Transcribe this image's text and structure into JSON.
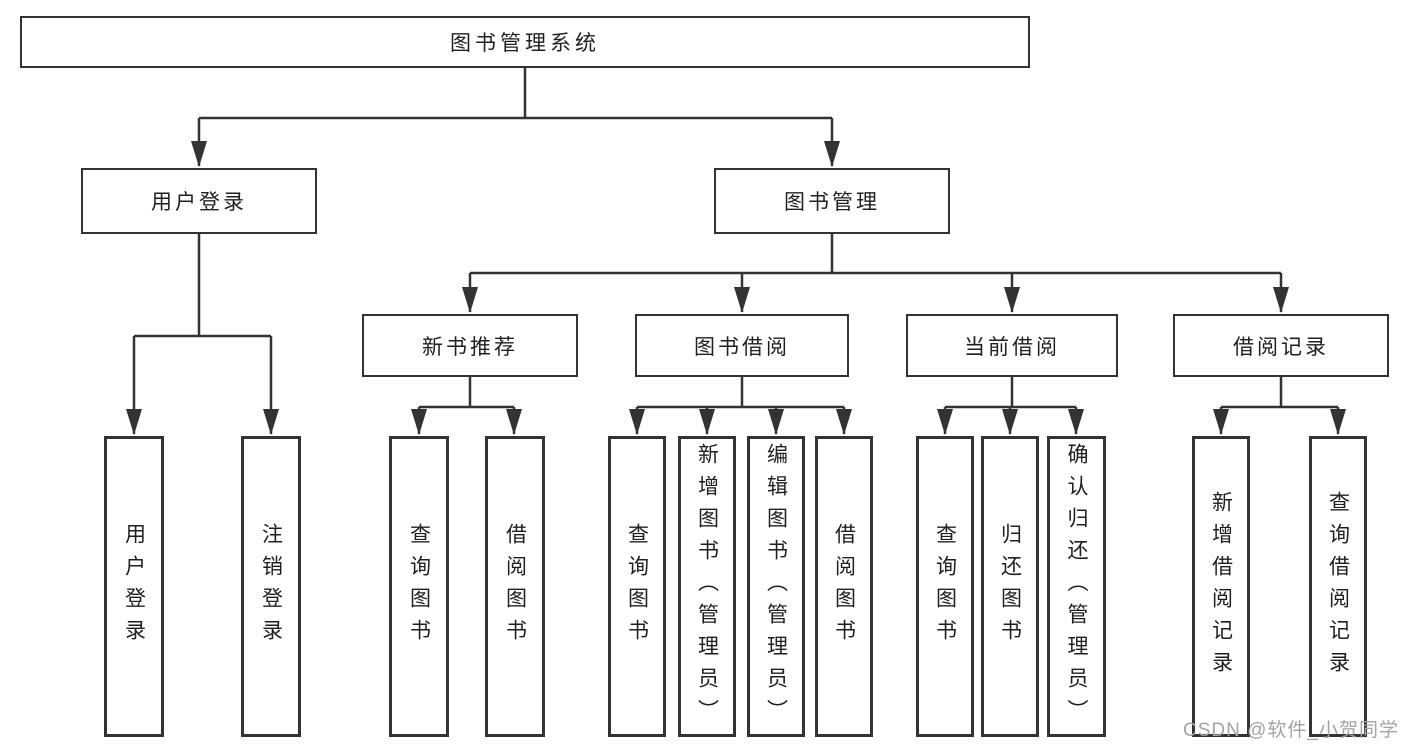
{
  "diagram": {
    "root": {
      "label": "图书管理系统"
    },
    "branches": [
      {
        "label": "用户登录",
        "children": [
          {
            "label": "用户登录"
          },
          {
            "label": "注销登录"
          }
        ]
      },
      {
        "label": "图书管理",
        "children": [
          {
            "label": "新书推荐",
            "children": [
              {
                "label": "查询图书"
              },
              {
                "label": "借阅图书"
              }
            ]
          },
          {
            "label": "图书借阅",
            "children": [
              {
                "label": "查询图书"
              },
              {
                "label": "新增图书（管理员）"
              },
              {
                "label": "编辑图书（管理员）"
              },
              {
                "label": "借阅图书"
              }
            ]
          },
          {
            "label": "当前借阅",
            "children": [
              {
                "label": "查询图书"
              },
              {
                "label": "归还图书"
              },
              {
                "label": "确认归还（管理员）"
              }
            ]
          },
          {
            "label": "借阅记录",
            "children": [
              {
                "label": "新增借阅记录"
              },
              {
                "label": "查询借阅记录"
              }
            ]
          }
        ]
      }
    ]
  },
  "watermark": {
    "text": "CSDN @软件_小贺同学"
  },
  "colors": {
    "line": "#333333",
    "box_border": "#333333",
    "text": "#1f1f1f",
    "watermark": "#a2a2aa",
    "background": "#ffffff"
  }
}
